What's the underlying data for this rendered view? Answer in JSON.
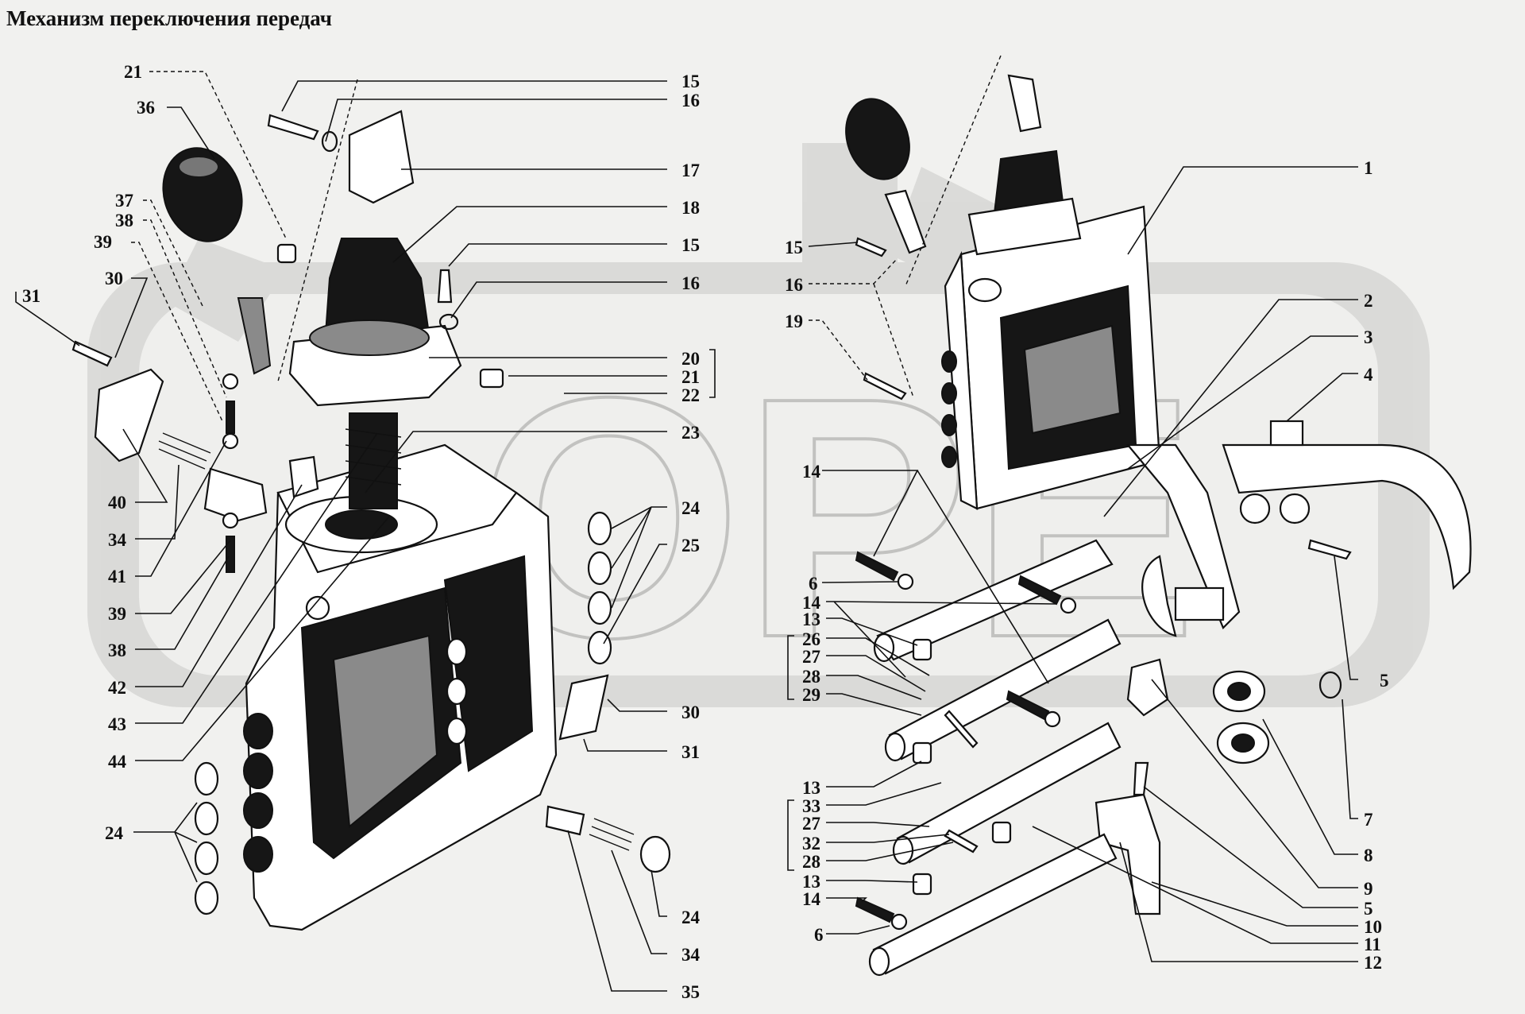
{
  "title": "Механизм переключения передач",
  "watermark": "OPE",
  "colors": {
    "ink": "#111111",
    "paper": "#f1f1ef",
    "watermark": "#d8d8d6"
  },
  "left_assembly_callouts": {
    "c21a": "21",
    "c36": "36",
    "c37": "37",
    "c38a": "38",
    "c39a": "39",
    "c30a": "30",
    "c31a": "31",
    "c40": "40",
    "c34a": "34",
    "c41": "41",
    "c39b": "39",
    "c38b": "38",
    "c42": "42",
    "c43": "43",
    "c44": "44",
    "c24a": "24",
    "c15a": "15",
    "c16a": "16",
    "c17": "17",
    "c18": "18",
    "c15b": "15",
    "c16b": "16",
    "c20": "20",
    "c21b": "21",
    "c22": "22",
    "c23": "23",
    "c24b": "24",
    "c25": "25",
    "c30b": "30",
    "c31b": "31",
    "c24c": "24",
    "c34b": "34",
    "c35": "35"
  },
  "right_assembly_callouts": {
    "r15": "15",
    "r16": "16",
    "r19": "19",
    "r14a": "14",
    "r6a": "6",
    "r14b": "14",
    "r13a": "13",
    "r26": "26",
    "r27a": "27",
    "r28a": "28",
    "r29": "29",
    "r13b": "13",
    "r33": "33",
    "r27b": "27",
    "r32": "32",
    "r28b": "28",
    "r13c": "13",
    "r14c": "14",
    "r6b": "6",
    "r1": "1",
    "r2": "2",
    "r3": "3",
    "r4": "4",
    "r5a": "5",
    "r7": "7",
    "r8": "8",
    "r9": "9",
    "r5b": "5",
    "r10": "10",
    "r11": "11",
    "r12": "12"
  }
}
